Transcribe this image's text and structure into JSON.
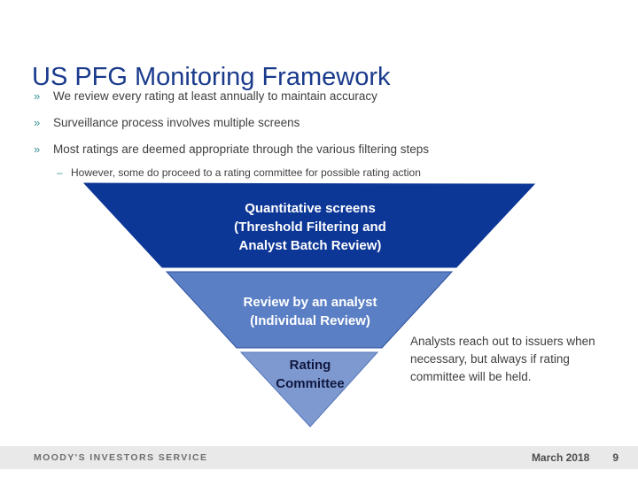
{
  "slide": {
    "title": "US PFG Monitoring Framework",
    "bullets": [
      {
        "marker": "»",
        "text": "We review every rating at least annually to maintain accuracy"
      },
      {
        "marker": "»",
        "text": "Surveillance process involves multiple screens"
      },
      {
        "marker": "»",
        "text": "Most ratings are deemed appropriate through the various filtering steps"
      }
    ],
    "sub_bullet": {
      "marker": "–",
      "text": "However, some do proceed to a rating committee for possible rating action"
    },
    "funnel": {
      "levels": [
        {
          "name": "quantitative-screens",
          "lines": [
            "Quantitative screens",
            "(Threshold Filtering and",
            "Analyst Batch Review)"
          ],
          "fill": "#0d3796",
          "stroke": "#0d3796",
          "text_color": "#ffffff"
        },
        {
          "name": "analyst-review",
          "lines": [
            "Review by an analyst",
            "(Individual Review)"
          ],
          "fill": "#5a7fc4",
          "stroke": "#2d4f9e",
          "text_color": "#ffffff"
        },
        {
          "name": "rating-committee",
          "lines": [
            "Rating",
            "Committee"
          ],
          "fill": "#7e99cf",
          "stroke": "#5577bb",
          "text_color": "#101840"
        }
      ]
    },
    "callout": "Analysts reach out to issuers when necessary, but always if rating committee will be held.",
    "footer": {
      "brand": "MOODY'S INVESTORS SERVICE",
      "date": "March 2018",
      "page": "9"
    },
    "colors": {
      "title": "#1a3a8c",
      "bullet_marker": "#3d9494",
      "body_text": "#3f3f3f",
      "footer_bg": "#e9e9e9"
    }
  }
}
